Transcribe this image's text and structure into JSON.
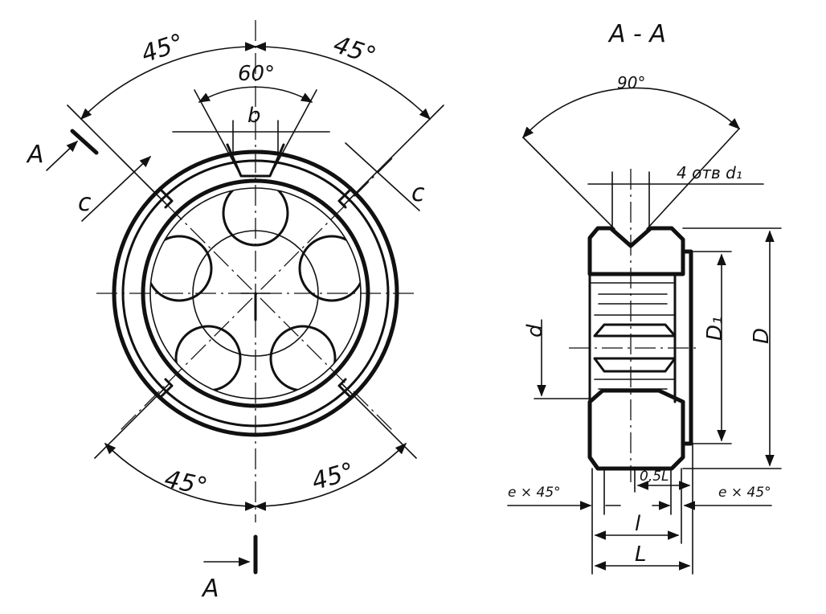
{
  "front_view": {
    "angle_top_left": "45°",
    "angle_top_right": "45°",
    "angle_groove": "60°",
    "dim_b": "b",
    "dim_c_left": "c",
    "dim_c_right": "c",
    "angle_bottom_left": "45°",
    "angle_bottom_right": "45°",
    "section_mark_top": "A",
    "section_mark_bottom": "A"
  },
  "section_view": {
    "title": "A - A",
    "angle_top": "90°",
    "holes_note": "4 отв d₁",
    "dim_d": "d",
    "dim_D1": "D₁",
    "dim_D": "D",
    "chamfer_left": "e × 45°",
    "chamfer_right": "e × 45°",
    "dim_half_L": "0,5L",
    "dim_l": "l",
    "dim_L": "L"
  }
}
